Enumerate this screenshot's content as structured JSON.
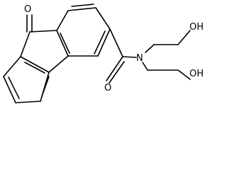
{
  "molecule": {
    "atoms": {
      "ketone_oxygen": "O",
      "amide_oxygen": "O",
      "amide_nitrogen": "N",
      "hydroxyl_upper": "OH",
      "hydroxyl_lower": "OH"
    }
  }
}
